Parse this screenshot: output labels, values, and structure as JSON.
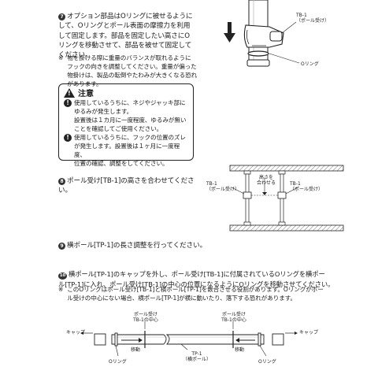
{
  "step7": {
    "num": "7",
    "text": "オプション部品はOリングに被せるように\nして、Oリングとポール表面の摩擦力を利用\nして固定します。部品を固定したい高さにO\nリングを移動させて、部品を被せて固定して\nください。"
  },
  "note_hooks": {
    "mark": "※",
    "text": "物を掛ける際に重量のバランスが取れるように\nフックの向きを調整してください。重量が偏った\n物掛けは、製品の転倒やたわみが大きくなる恐れ\nがあります。"
  },
  "fig1": {
    "tb1_label": "TB-1",
    "tb1_sub": "（ポール受け）",
    "oring_label": "Oリング"
  },
  "caution": {
    "title": "注意",
    "tri_glyph": "!",
    "items": [
      {
        "glyph": "!",
        "text": "使用しているうちに、ネジやジャッキ部に\nゆるみが発生します。\n設置後は１カ月に一度程度、ゆるみが無い\nことを確認してご使用ください。"
      },
      {
        "glyph": "!",
        "text": "使用しているうちに、フックの位置のズレ\nが発生します。設置後は１ヶ月に一度程度、\n位置の確認、調整をしてください。"
      }
    ]
  },
  "step8": {
    "num": "8",
    "text": "ポール受け[TB-1]の高さを合わせてくださ\nい。"
  },
  "fig2": {
    "left_label": "TB-1",
    "left_sub": "（ポール受け）",
    "right_label": "TB-1",
    "right_sub": "（ポール受け）",
    "center_label": "高さを\n合わせる"
  },
  "step9": {
    "num": "9",
    "text": "横ポール[TP-1]の長さ調整を行ってください。"
  },
  "step10": {
    "num": "10",
    "text": "横ポール[TP-1]のキャップを外し、ポール受け[TB-1]に付属されているOリングを横ポー\nル[TP-1]に入れ、ポール受け[TB-1]の中心の位置になるようにOリングを移動させてください。"
  },
  "note_oring": {
    "mark": "※",
    "text": "このOリングはポール受け[TB-1]と横ポール[TP-1]を嵌合させる役割があります。Oリングがポー\nル受けの中心にない場合、横ポール[TP-1]が横に動いたり、落下する恐れがあります。"
  },
  "fig3": {
    "cap_left": "キャップ",
    "cap_right": "キャップ",
    "center_left": "ポール受け\nTB-1の中心",
    "center_right": "ポール受け\nTB-1の中心",
    "move_left": "移動",
    "move_right": "移動",
    "pole_label": "TP-1\n（横ポール）",
    "oring_left": "Oリング",
    "oring_right": "Oリング"
  }
}
